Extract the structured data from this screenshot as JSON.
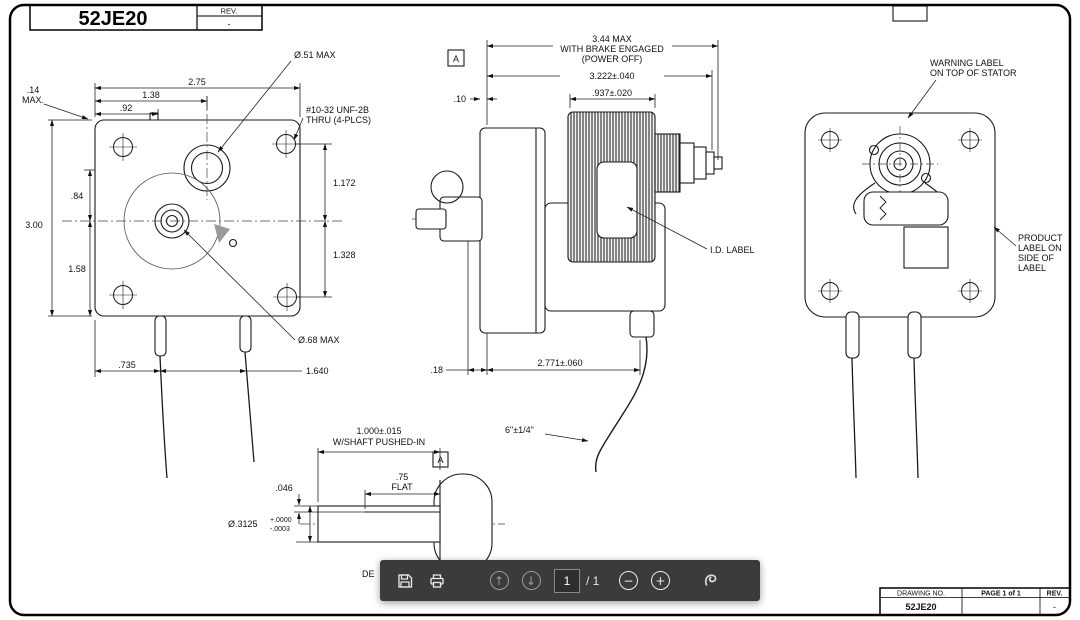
{
  "colors": {
    "line": "#1a1a1a",
    "toolbar_bg": "#3b3b3b",
    "toolbar_icon": "#ededed",
    "toolbar_icon_disabled": "#9b9b9b"
  },
  "sheet": {
    "title": "52JE20",
    "rev_label": "REV.",
    "rev_value": "-",
    "footer_drawing_no_label": "DRAWING NO.",
    "footer_drawing_no": "52JE20",
    "footer_page": "PAGE 1 of 1",
    "footer_rev_label": "REV.",
    "footer_rev_value": "-"
  },
  "front_view": {
    "dim_width": "2.75",
    "dim_boss_x": "1.38",
    "dim_step_x": ".92",
    "dim_step_l1": ".14",
    "dim_step_l2": "MAX.",
    "dim_height": "3.00",
    "dim_upper": ".84",
    "dim_lower": "1.58",
    "dim_hole_top": "1.172",
    "dim_hole_bottom": "1.328",
    "dim_lead1": ".735",
    "dim_lead2": "1.640",
    "callout_boss": "Ø.51 MAX",
    "callout_thread_l1": "#10-32 UNF-2B",
    "callout_thread_l2": "THRU (4-PLCS)",
    "callout_shaft": "Ø.68 MAX"
  },
  "side_view": {
    "section_marker": "A",
    "dim_brake_l1": "3.44 MAX",
    "dim_brake_l2": "WITH BRAKE ENGAGED",
    "dim_brake_l3": "(POWER OFF)",
    "dim_overall": "3.222±.040",
    "dim_stack": ".937±.020",
    "dim_face": ".10",
    "dim_shoulder": ".18",
    "dim_body": "2.771±.060",
    "dim_leads": "6\"±1/4\"",
    "callout_id_label": "I.D. LABEL"
  },
  "rear_view": {
    "callout_warning_l1": "WARNING LABEL",
    "callout_warning_l2": "ON TOP OF STATOR",
    "callout_product_l1": "PRODUCT",
    "callout_product_l2": "LABEL ON",
    "callout_product_l3": "SIDE OF",
    "callout_product_l4": "LABEL"
  },
  "shaft_detail": {
    "detail_marker": "A",
    "dim_length": "1.000±.015",
    "dim_length_note": "W/SHAFT PUSHED-IN",
    "dim_flat_l1": ".75",
    "dim_flat_l2": "FLAT",
    "dim_step": ".046",
    "dim_dia": "Ø.3125",
    "dim_dia_plus": "+.0000",
    "dim_dia_minus": "-.0003",
    "partial_text": "DE"
  },
  "toolbar": {
    "save_icon": "save-icon",
    "print_icon": "print-icon",
    "page_up_icon": "arrow-up-circle-icon",
    "page_down_icon": "arrow-down-circle-icon",
    "page_value": "1",
    "page_total": "/ 1",
    "zoom_out_icon": "minus-circle-icon",
    "zoom_in_icon": "plus-circle-icon",
    "brand_icon": "acrobat-icon"
  }
}
